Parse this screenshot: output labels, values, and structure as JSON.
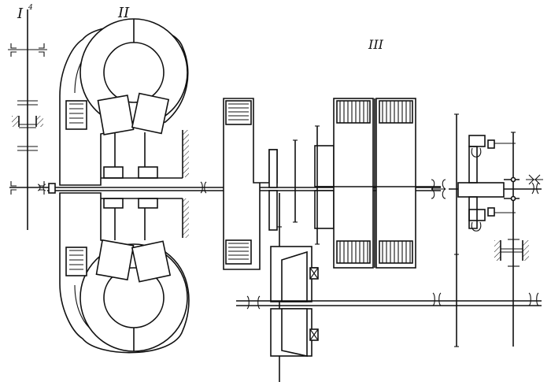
{
  "diagram": {
    "labels": {
      "section_one": "I",
      "section_two": "II",
      "section_three": "III"
    },
    "top_mark": "4"
  }
}
